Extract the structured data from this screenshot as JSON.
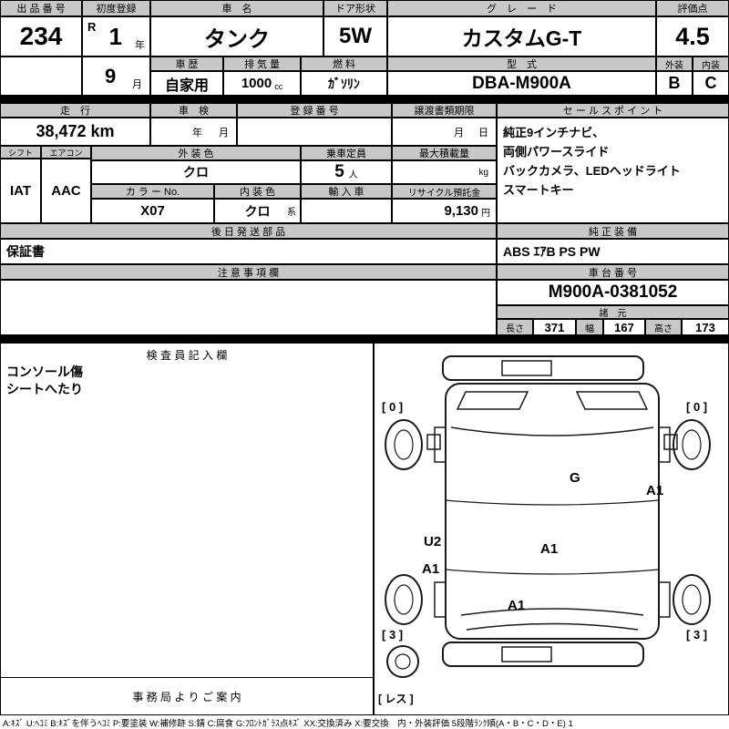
{
  "labels": {
    "auction_no": "出 品 番 号",
    "first_reg": "初度登録",
    "car_name": "車　名",
    "door": "ドア形状",
    "grade": "グ　レ　ー　ド",
    "score": "評価点",
    "history": "車 歴",
    "displacement": "排 気 量",
    "fuel": "燃 料",
    "model": "型　式",
    "exterior": "外装",
    "interior": "内装",
    "mileage": "走　行",
    "inspection": "車　検",
    "reg_no": "登 録 番 号",
    "transfer": "譲渡書類期限",
    "sales_point": "セ ー ル ス ポ イ ン ト",
    "shift": "シフト",
    "aircon": "エアコン",
    "ext_color": "外 装 色",
    "capacity": "乗車定員",
    "max_load": "最大積載量",
    "color_no": "カ ラ ー No.",
    "int_color": "内 装 色",
    "import_car": "輸 入 車",
    "recycle": "リサイクル預託金",
    "later_parts": "後 日 発 送 部 品",
    "genuine_equip": "純 正 装 備",
    "notes": "注 意 事 項 欄",
    "chassis_no": "車 台 番 号",
    "spec": "諸　元",
    "length": "長さ",
    "width": "幅",
    "height": "高さ",
    "inspector": "検 査 員 記 入 欄",
    "office": "事 務 局 よ り ご 案 内"
  },
  "values": {
    "auction_no": "234",
    "first_reg_era": "R",
    "first_reg_year": "1",
    "first_reg_year_unit": "年",
    "first_reg_month": "9",
    "first_reg_month_unit": "月",
    "car_name": "タンク",
    "door": "5W",
    "grade": "カスタムG-T",
    "score": "4.5",
    "history": "自家用",
    "displacement": "1000",
    "displacement_unit": "cc",
    "fuel": "ｶﾞｿﾘﾝ",
    "model": "DBA-M900A",
    "exterior": "B",
    "interior": "C",
    "mileage": "38,472 km",
    "inspection_year": "年",
    "inspection_month": "月",
    "transfer_month": "月",
    "transfer_day": "日",
    "shift": "IAT",
    "aircon": "AAC",
    "ext_color": "クロ",
    "capacity": "5",
    "capacity_unit": "人",
    "max_load_unit": "kg",
    "color_no": "X07",
    "int_color": "クロ",
    "int_color_unit": "系",
    "recycle": "9,130",
    "recycle_unit": "円",
    "later_parts": "保証書",
    "genuine_equip": "ABS ｴｱB PS PW",
    "chassis_no": "M900A-0381052",
    "length": "371",
    "width_val": "167",
    "height_val": "173",
    "inspector_note_1": "コンソール傷",
    "inspector_note_2": "シートへたり"
  },
  "sales_points": [
    "純正9インチナビ、",
    "両側パワースライド",
    "バックカメラ、LEDヘッドライト",
    "スマートキー"
  ],
  "diagram": {
    "tire_front_left": "[ 0 ]",
    "tire_front_right": "[ 0 ]",
    "tire_rear_left": "[ 3 ]",
    "tire_rear_right": "[ 3 ]",
    "spare_tire": "[ レス ]",
    "mark_glass": "G",
    "mark_right_side": "A1",
    "mark_left_dent": "U2",
    "mark_left_scratch": "A1",
    "mark_center": "A1",
    "mark_rear_left": "A1"
  },
  "legend": "A:ｷｽﾞ U:ﾍｺﾐ B:ｷｽﾞを伴うﾍｺﾐ P:要塗装 W:補修跡 S:錆 C:腐食 G:ﾌﾛﾝﾄｶﾞﾗｽ点ｷｽﾞ XX:交換済み X:要交換　内・外装評価 5段階ﾗﾝｸ順(A・B・C・D・E) 1"
}
